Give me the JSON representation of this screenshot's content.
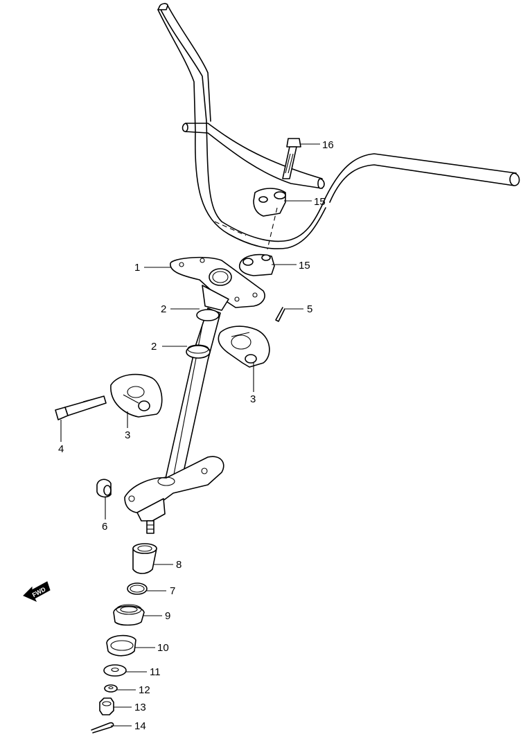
{
  "diagram": {
    "callouts": {
      "c1": "1",
      "c2a": "2",
      "c2b": "2",
      "c3a": "3",
      "c3b": "3",
      "c4": "4",
      "c5": "5",
      "c6": "6",
      "c7": "7",
      "c8": "8",
      "c9": "9",
      "c10": "10",
      "c11": "11",
      "c12": "12",
      "c13": "13",
      "c14": "14",
      "c15a": "15",
      "c15b": "15",
      "c16": "16"
    },
    "fwd_label": "FWD"
  }
}
